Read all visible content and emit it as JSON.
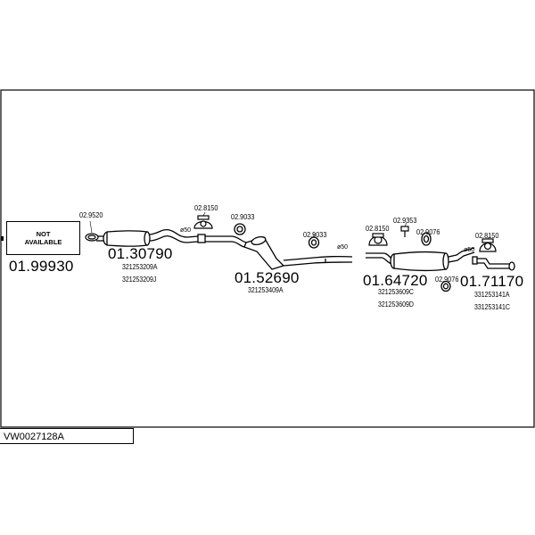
{
  "diagram": {
    "reference_code": "VW0027128A",
    "not_available": {
      "line1": "NOT",
      "line2": "AVAILABLE"
    },
    "parts": [
      {
        "number": "01.99930"
      },
      {
        "number": "01.30790",
        "oem": [
          "321253209A",
          "321253209J"
        ]
      },
      {
        "number": "01.52690",
        "oem": [
          "321253409A"
        ]
      },
      {
        "number": "01.64720",
        "oem": [
          "321253609C",
          "321253609D"
        ]
      },
      {
        "number": "01.71170",
        "oem": [
          "331253141A",
          "331253141C"
        ]
      }
    ],
    "fittings": [
      "02.9520",
      "02.8150",
      "02.9033",
      "02.9033",
      "02.8150",
      "02.9353",
      "02.9076",
      "02.9076",
      "02.8150"
    ],
    "diameters": [
      "ø50",
      "ø50",
      "ø50"
    ],
    "colors": {
      "line": "#000000",
      "background": "#ffffff"
    }
  }
}
